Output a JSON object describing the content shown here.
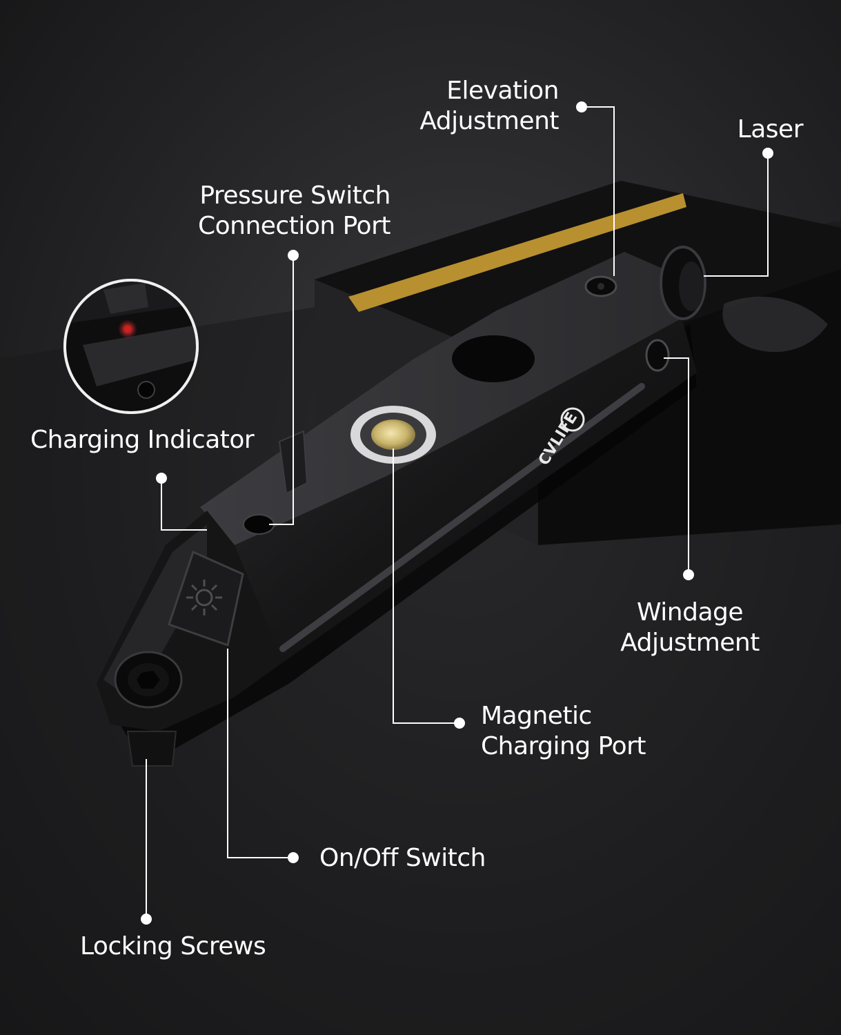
{
  "brand": {
    "logo_text": "CVLIFE"
  },
  "colors": {
    "accent_stripe": "#b8902f",
    "indicator_led": "#e01818",
    "charging_port": "#c9b46a",
    "callout_line": "#ffffff"
  },
  "callouts": {
    "elevation": {
      "line1": "Elevation",
      "line2": "Adjustment"
    },
    "laser": {
      "label": "Laser"
    },
    "pressure_switch": {
      "line1": "Pressure Switch",
      "line2": "Connection Port"
    },
    "charging_indicator": {
      "label": "Charging Indicator"
    },
    "windage": {
      "line1": "Windage",
      "line2": "Adjustment"
    },
    "magnetic_port": {
      "line1": "Magnetic",
      "line2": "Charging Port"
    },
    "on_off": {
      "label": "On/Off Switch"
    },
    "locking_screws": {
      "label": "Locking Screws"
    }
  }
}
